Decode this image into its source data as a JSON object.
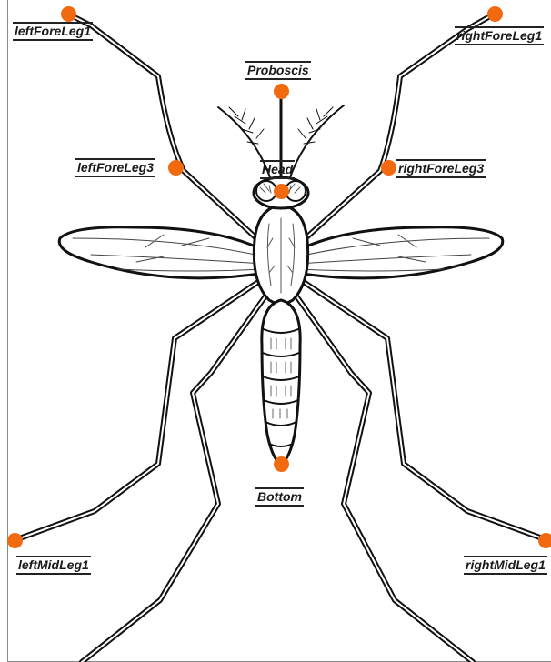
{
  "colors": {
    "keypoint": "#f26a0f",
    "line": "#111111",
    "label": "#1a1a1a"
  },
  "keypoints": [
    {
      "id": "leftForeLeg1",
      "label": "leftForeLeg1"
    },
    {
      "id": "rightForeLeg1",
      "label": "rightForeLeg1"
    },
    {
      "id": "proboscis",
      "label": "Proboscis"
    },
    {
      "id": "leftForeLeg3",
      "label": "leftForeLeg3"
    },
    {
      "id": "head",
      "label": "Head"
    },
    {
      "id": "rightForeLeg3",
      "label": "rightForeLeg3"
    },
    {
      "id": "bottom",
      "label": "Bottom"
    },
    {
      "id": "leftMidLeg1",
      "label": "leftMidLeg1"
    },
    {
      "id": "rightMidLeg1",
      "label": "rightMidLeg1"
    }
  ]
}
